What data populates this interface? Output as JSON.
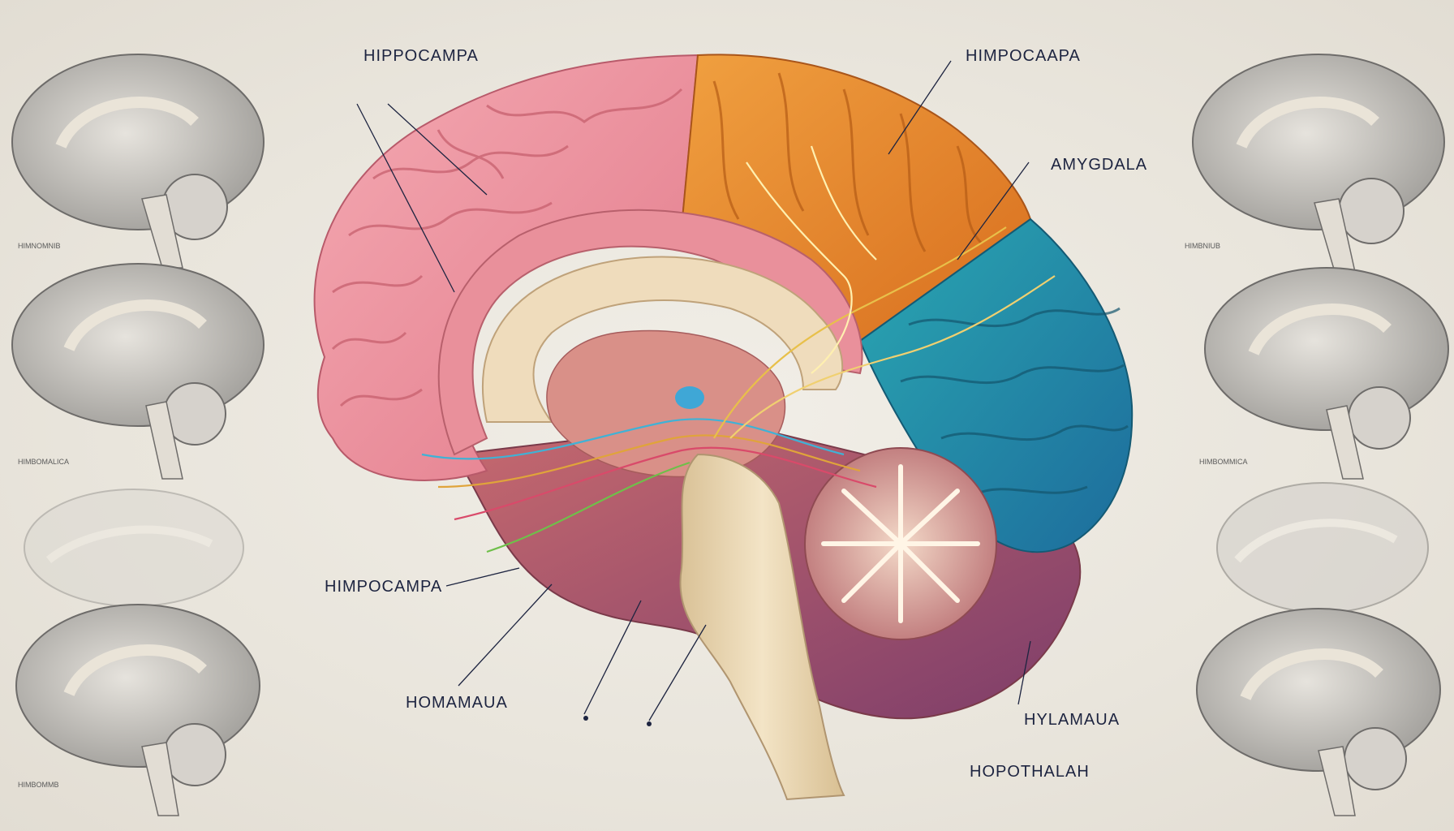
{
  "labels": {
    "top_left": "HIPPOCAMPA",
    "top_right": "HIMPOCAAPA",
    "right_upper": "AMYGDALA",
    "left_mid": "HIMPOCAMPA",
    "bottom_left": "HOMAMAUA",
    "bottom_right": "HYLAMAUA",
    "bottom_center": "HOPOTHALAH"
  },
  "thumb_captions": {
    "left_1": "HIMNOMNIB",
    "left_2": "HIMBOMALICA",
    "left_4": "HIMBOMMB",
    "right_1": "HIMBNIUB",
    "right_3": "HIMBOMMICA"
  },
  "colors": {
    "frontal": "#e98a98",
    "parietal": "#e58a2a",
    "occipital": "#1f8fa8",
    "temporal": "#c0565e",
    "cerebellum": "#d59a9a",
    "brainstem": "#ead8b4",
    "corpus_callosum": "#efdcbc",
    "label_text": "#1d2440"
  }
}
